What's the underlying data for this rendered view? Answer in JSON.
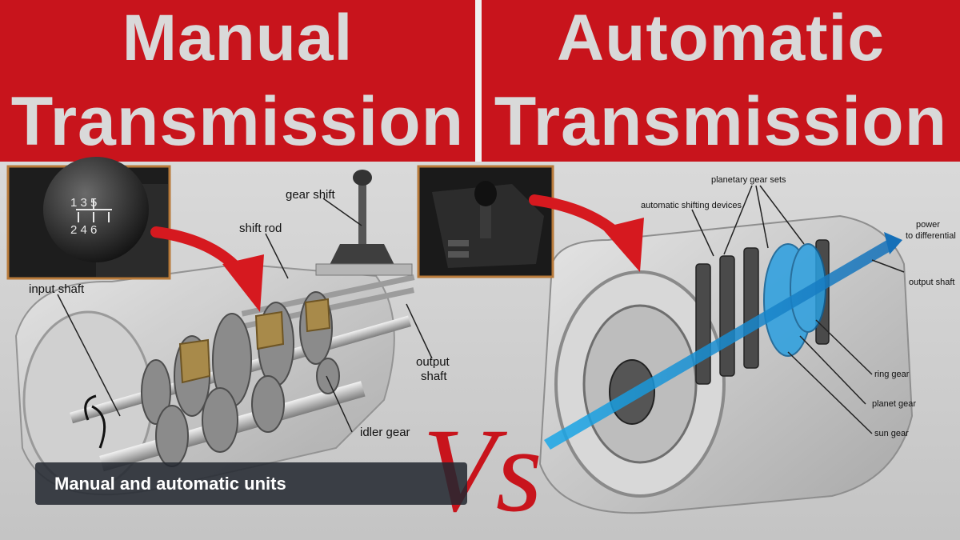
{
  "header": {
    "left_title_line1": "Manual",
    "left_title_line2": "Transmission",
    "right_title_line1": "Automatic",
    "right_title_line2": "Transmission"
  },
  "manual": {
    "knob_numbers_top": "1 3 5",
    "knob_numbers_bottom": "2 4 6",
    "labels": {
      "gear_shift": "gear shift",
      "shift_rod": "shift rod",
      "input_shaft": "input shaft",
      "output_shaft_1": "output",
      "output_shaft_2": "shaft",
      "idler_gear": "idler gear"
    }
  },
  "automatic": {
    "labels": {
      "planetary_gear_sets": "planetary gear sets",
      "automatic_shifting_devices": "automatic shifting devices",
      "power_1": "power",
      "power_2": "to differential",
      "output_shaft": "output shaft",
      "ring_gear": "ring gear",
      "planet_gear": "planet gear",
      "sun_gear": "sun gear"
    }
  },
  "vs_text": "Vs",
  "caption": "Manual and automatic units",
  "colors": {
    "banner_red": "#c8141c",
    "banner_text": "#d9d9d9",
    "arrow_red": "#d6191f",
    "shaft_blue": "#1e88c8",
    "caption_bg": "#232830"
  }
}
